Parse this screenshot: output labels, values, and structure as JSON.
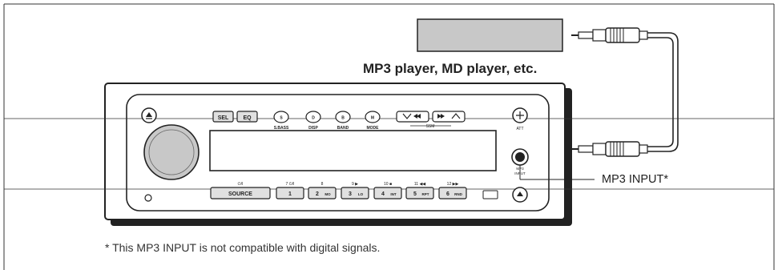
{
  "captions": {
    "device": "MP3 player, MD player, etc.",
    "input": "MP3 INPUT*",
    "footnote": "* This MP3 INPUT is not compatible with digital signals."
  },
  "buttons_top": {
    "sel": "SEL",
    "eq": "EQ",
    "sbass_key": "S",
    "sbass_label": "S.BASS",
    "disp_key": "D",
    "disp_label": "DISP",
    "band_key": "B",
    "band_label": "BAND",
    "mode_key": "M",
    "mode_label": "MODE",
    "ssm_label": "SSM",
    "att_label": "ATT"
  },
  "mp3_jack_label": [
    "MP3",
    "INPUT"
  ],
  "preset_top_labels": {
    "source": "⏻/I",
    "p1": "7  ⏻/I",
    "p2": "8",
    "p3": "9  ▶",
    "p4": "10  ■",
    "p5": "11  ◀◀",
    "p6": "12  ▶▶"
  },
  "buttons_bottom": {
    "source": "SOURCE",
    "p1": "1",
    "p2_num": "2",
    "p2_sub": "MO",
    "p3_num": "3",
    "p3_sub": "LO",
    "p4_num": "4",
    "p4_sub": "INT",
    "p5_num": "5",
    "p5_sub": "RPT",
    "p6_num": "6",
    "p6_sub": "RND"
  },
  "colors": {
    "device_fill": "#c8c8c8",
    "line": "#222222",
    "button_fill": "#e0e0e0"
  }
}
